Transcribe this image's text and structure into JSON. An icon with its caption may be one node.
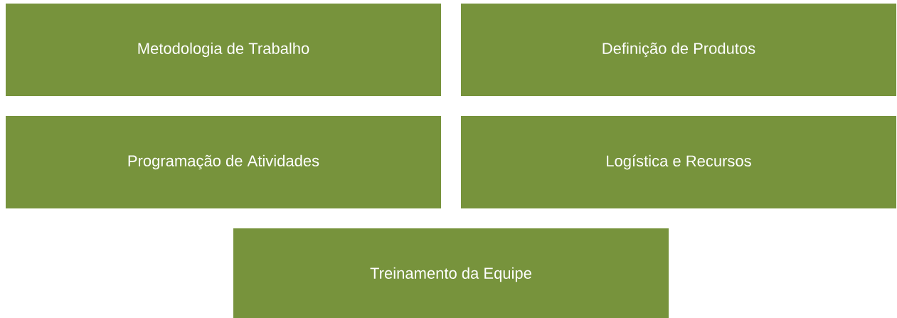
{
  "diagram": {
    "nodes": [
      {
        "text": [
          "Metodologia de Trabalho"
        ]
      },
      {
        "text": [
          "Definição de Produtos"
        ]
      },
      {
        "text": [
          "Programação de Atividades"
        ]
      },
      {
        "text": [
          "Logística e Recursos"
        ]
      },
      {
        "text": [
          "Treinamento da Equipe"
        ]
      }
    ]
  }
}
